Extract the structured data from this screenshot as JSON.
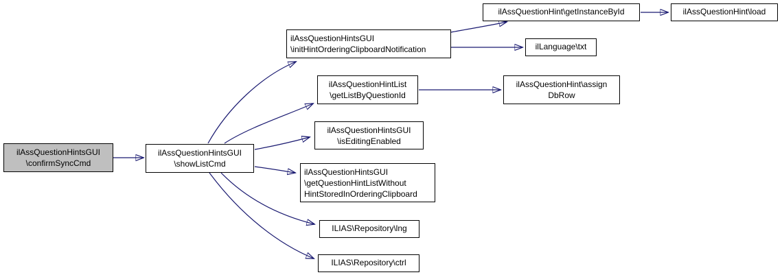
{
  "diagram": {
    "type": "call-graph",
    "colors": {
      "edge": "#191970",
      "node_border": "#000000",
      "node_fill": "#ffffff",
      "highlight_fill": "#bfbfbf",
      "text": "#000000",
      "background": "#ffffff"
    },
    "nodes": {
      "confirm": {
        "line1": "ilAssQuestionHintsGUI",
        "line2": "\\confirmSyncCmd",
        "highlighted": true
      },
      "showlist": {
        "line1": "ilAssQuestionHintsGUI",
        "line2": "\\showListCmd"
      },
      "inithint": {
        "line1": "ilAssQuestionHintsGUI",
        "line2": "\\initHintOrderingClipboardNotification"
      },
      "getinstance": {
        "line1": "ilAssQuestionHint\\getInstanceById"
      },
      "load": {
        "line1": "ilAssQuestionHint\\load"
      },
      "txt": {
        "line1": "ilLanguage\\txt"
      },
      "getlist": {
        "line1": "ilAssQuestionHintList",
        "line2": "\\getListByQuestionId"
      },
      "assign": {
        "line1": "ilAssQuestionHint\\assign",
        "line2": "DbRow"
      },
      "isediting": {
        "line1": "ilAssQuestionHintsGUI",
        "line2": "\\isEditingEnabled"
      },
      "getqhlist": {
        "line1": "ilAssQuestionHintsGUI",
        "line2": "\\getQuestionHintListWithout",
        "line3": "HintStoredInOrderingClipboard"
      },
      "lng": {
        "line1": "ILIAS\\Repository\\lng"
      },
      "ctrl": {
        "line1": "ILIAS\\Repository\\ctrl"
      }
    },
    "edges": [
      {
        "from": "confirm",
        "to": "showlist"
      },
      {
        "from": "showlist",
        "to": "inithint"
      },
      {
        "from": "showlist",
        "to": "getlist"
      },
      {
        "from": "showlist",
        "to": "isediting"
      },
      {
        "from": "showlist",
        "to": "getqhlist"
      },
      {
        "from": "showlist",
        "to": "lng"
      },
      {
        "from": "showlist",
        "to": "ctrl"
      },
      {
        "from": "inithint",
        "to": "getinstance"
      },
      {
        "from": "inithint",
        "to": "txt"
      },
      {
        "from": "getinstance",
        "to": "load"
      },
      {
        "from": "getlist",
        "to": "assign"
      }
    ]
  }
}
